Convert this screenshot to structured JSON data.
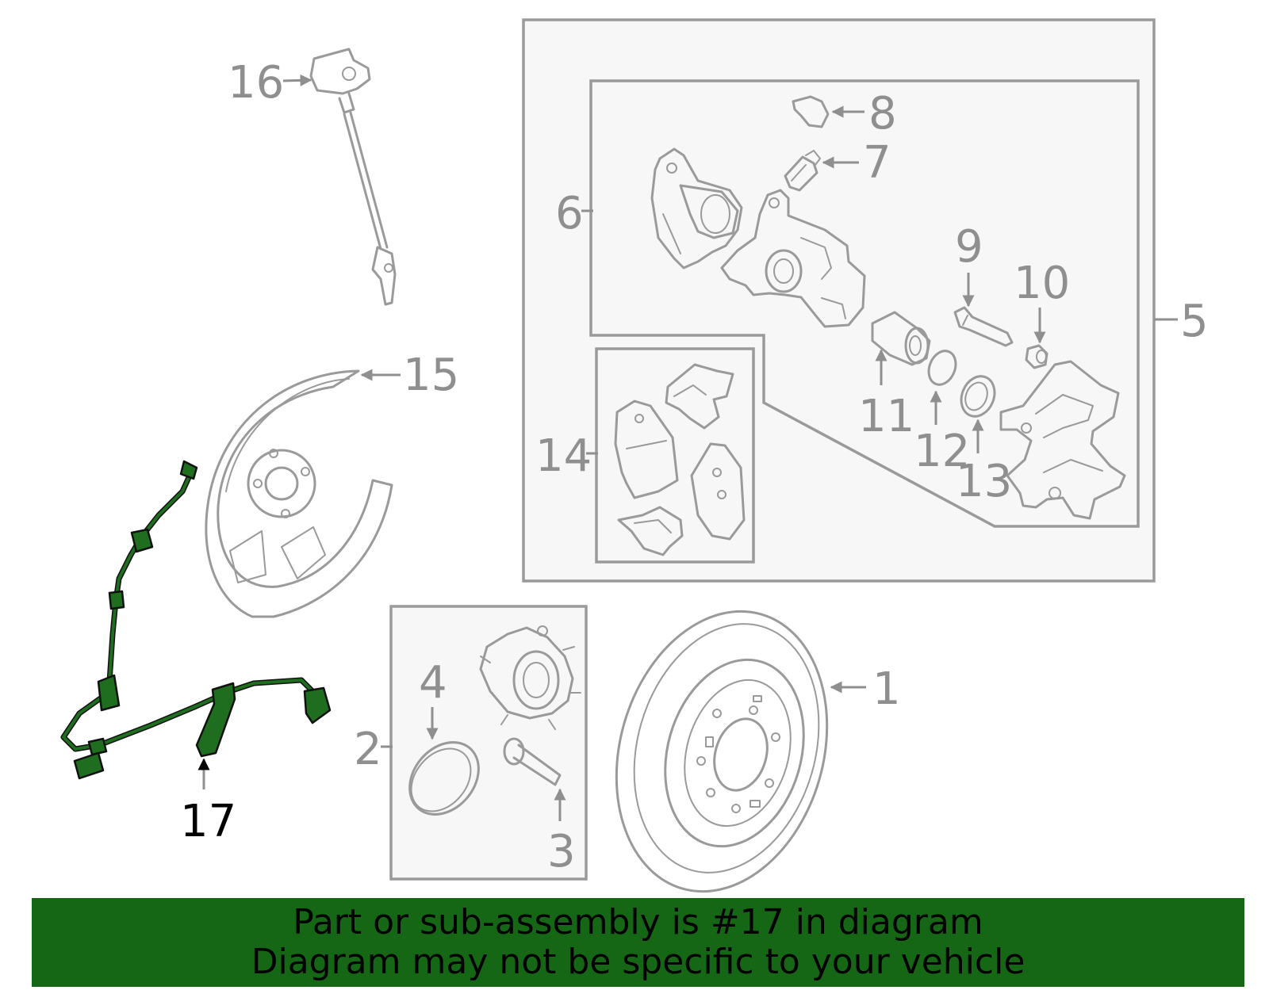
{
  "callouts": {
    "c1": "1",
    "c2": "2",
    "c3": "3",
    "c4": "4",
    "c5": "5",
    "c6": "6",
    "c7": "7",
    "c8": "8",
    "c9": "9",
    "c10": "10",
    "c11": "11",
    "c12": "12",
    "c13": "13",
    "c14": "14",
    "c15": "15",
    "c16": "16",
    "c17": "17"
  },
  "highlighted_part": "17",
  "colors": {
    "highlight": "#156615",
    "parts": "#9a9a9a",
    "callout_text": "#8f8f8f"
  },
  "banner": {
    "line1": "Part or sub-assembly is #17 in diagram",
    "line2": "Diagram may not be specific to your vehicle"
  }
}
